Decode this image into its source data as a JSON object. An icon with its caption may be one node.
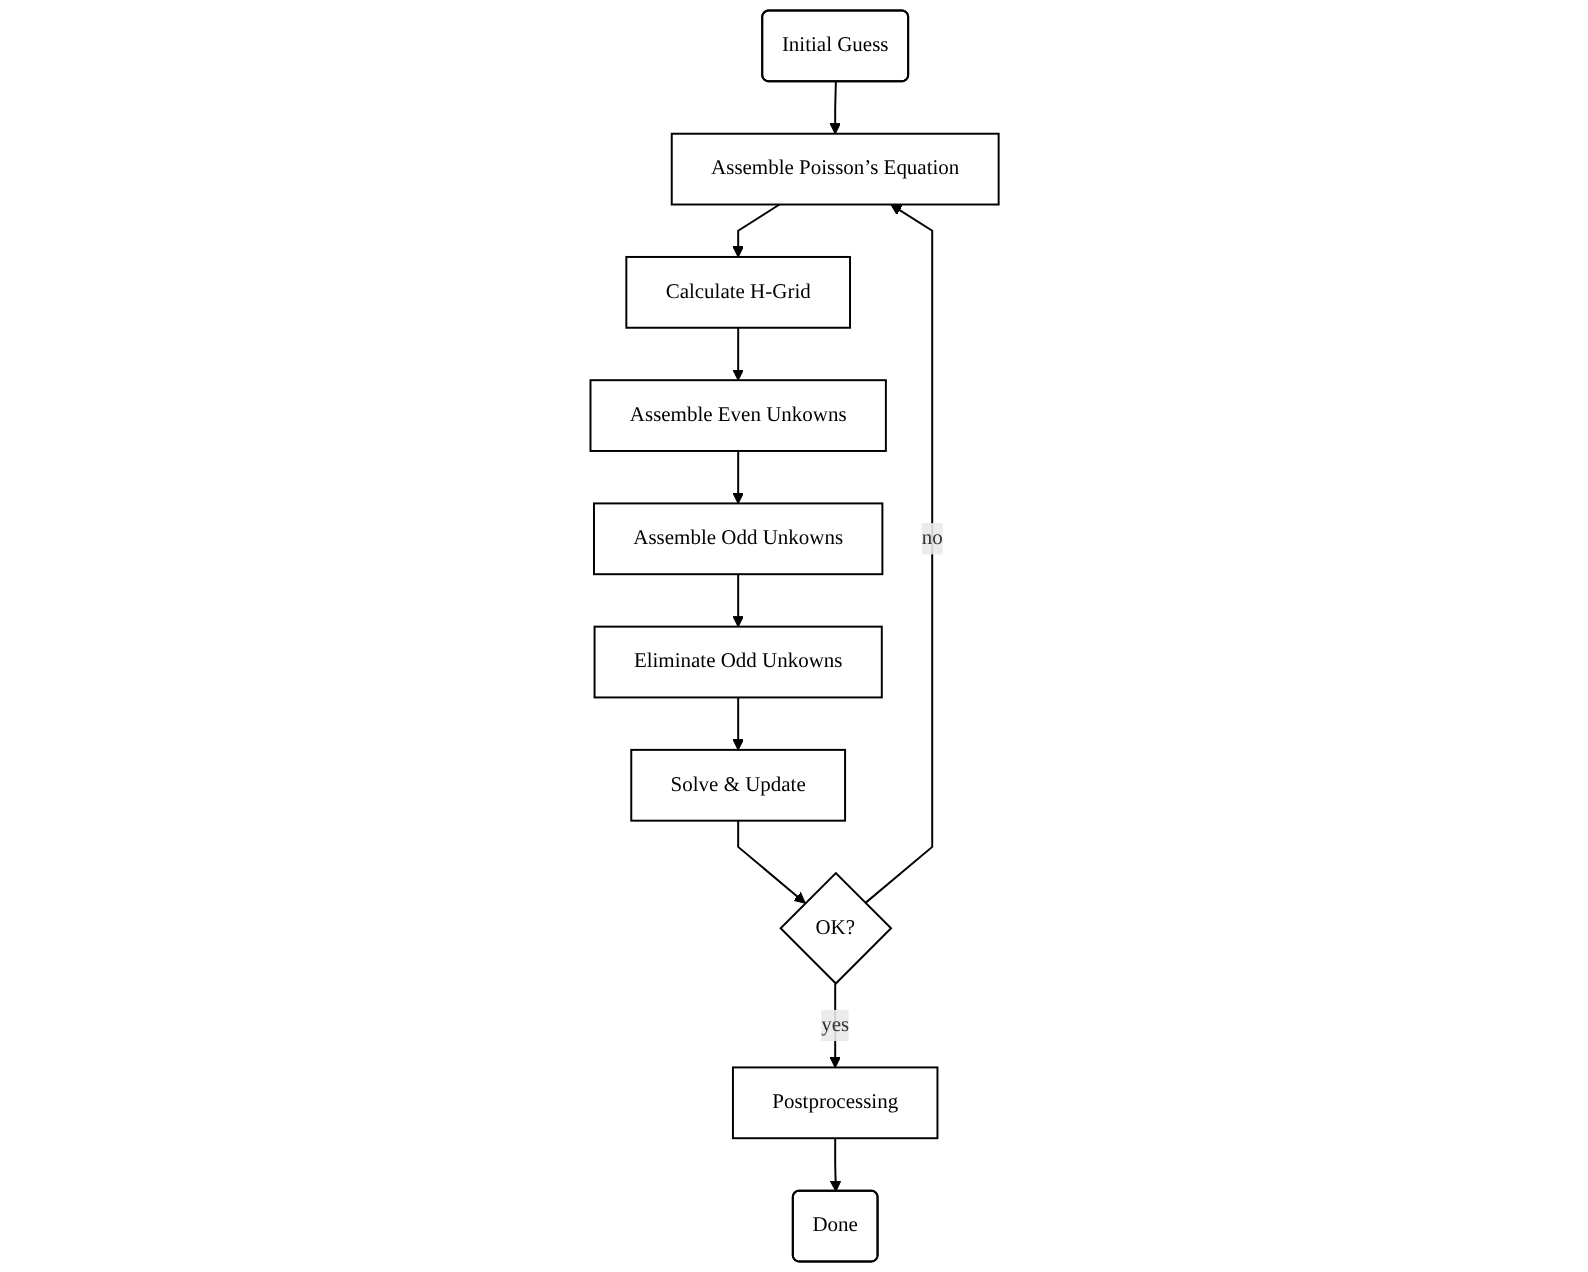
{
  "diagram": {
    "nodes": [
      {
        "text": [
          "Assemble Poisson’s Equation"
        ]
      },
      {
        "text": [
          "Initial Guess"
        ]
      },
      {
        "text": [
          "Calculate H-Grid"
        ]
      },
      {
        "text": [
          "Done"
        ]
      },
      {
        "text": [
          "Postprocessing"
        ]
      },
      {
        "text": [
          "Assemble Even Unkowns"
        ]
      },
      {
        "text": [
          "OK?"
        ]
      },
      {
        "text": [
          "Assemble Odd Unkowns"
        ]
      },
      {
        "text": [
          "Eliminate Odd Unkowns"
        ]
      },
      {
        "text": [
          "Solve & Update"
        ]
      }
    ],
    "edges": [
      {
        "from": 1,
        "to": 0,
        "arrow": "to"
      },
      {
        "from": 0,
        "to": 2,
        "arrow": "to"
      },
      {
        "from": 2,
        "to": 5,
        "arrow": "to"
      },
      {
        "from": 5,
        "to": 7,
        "arrow": "to"
      },
      {
        "from": 7,
        "to": 8,
        "arrow": "to"
      },
      {
        "from": 8,
        "to": 9,
        "arrow": "to"
      },
      {
        "from": 9,
        "to": 6,
        "arrow": "to"
      },
      {
        "from": 6,
        "to": 4,
        "label": "yes",
        "arrow": "to"
      },
      {
        "from": 4,
        "to": 3,
        "arrow": "to"
      },
      {
        "from": 6,
        "to": 0,
        "label": "no",
        "arrow": "to"
      }
    ]
  }
}
